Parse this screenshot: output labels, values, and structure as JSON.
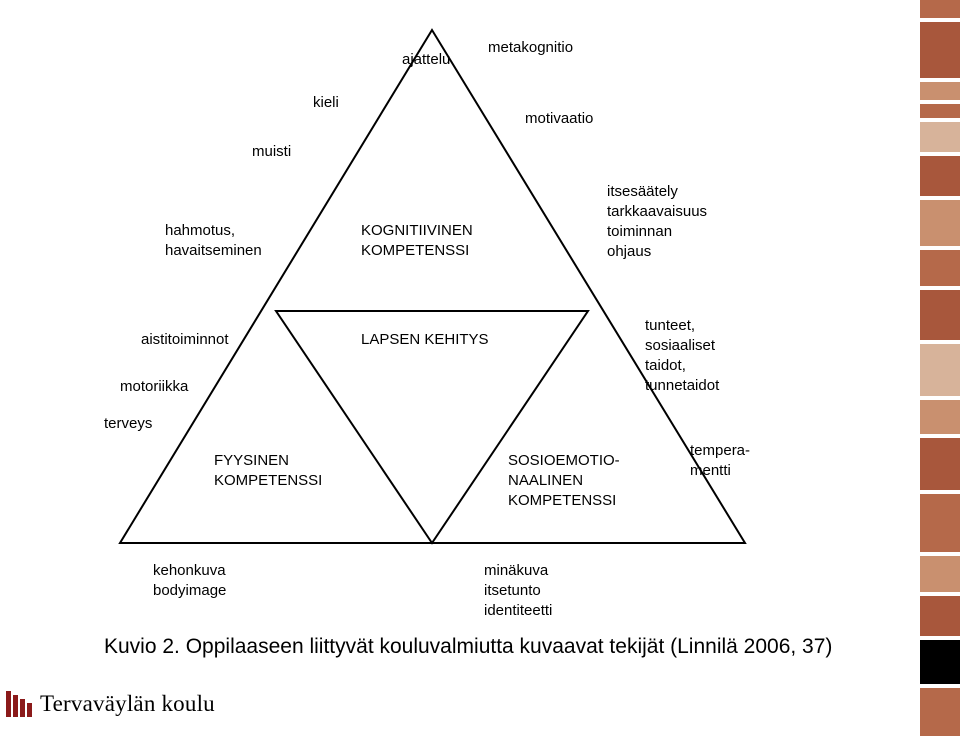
{
  "diagram": {
    "top_region": {
      "title_lines": [
        "KOGNITIIVINEN",
        "KOMPETENSSI"
      ],
      "labels": {
        "ajattelu": "ajattelu",
        "metakognitio": "metakognitio",
        "kieli": "kieli",
        "motivaatio": "motivaatio",
        "muisti": "muisti",
        "hahmotus": [
          "hahmotus,",
          "havaitseminen"
        ],
        "itsesaately": [
          "itsesäätely",
          "tarkkaavaisuus",
          "toiminnan",
          "ohjaus"
        ]
      }
    },
    "center": "LAPSEN KEHITYS",
    "left_region": {
      "title_lines": [
        "FYYSINEN",
        "KOMPETENSSI"
      ],
      "labels": {
        "aistitoiminnot": "aistitoiminnot",
        "motoriikka": "motoriikka",
        "terveys": "terveys",
        "kehonkuva": [
          "kehonkuva",
          "bodyimage"
        ]
      }
    },
    "right_region": {
      "title_lines": [
        "SOSIOEMOTIO-",
        "NAALINEN",
        "KOMPETENSSI"
      ],
      "labels": {
        "tunteet": [
          "tunteet,",
          "sosiaaliset",
          "taidot,",
          "tunnetaidot"
        ],
        "temperamentti": [
          "tempera-",
          "mentti"
        ],
        "minakuva": [
          "minäkuva",
          "itsetunto",
          "identiteetti"
        ]
      }
    }
  },
  "caption": "Kuvio 2. Oppilaaseen liittyvät kouluvalmiutta kuvaavat tekijät (Linnilä 2006, 37)",
  "logo": {
    "text": "Tervaväylän koulu",
    "icon": "tervavayla-logo-mark",
    "color": "#8b1a1a"
  },
  "decor": {
    "strip_colors": [
      "#b5694a",
      "#c9906f",
      "#a8573c",
      "#d7b39a",
      "#000000"
    ]
  }
}
